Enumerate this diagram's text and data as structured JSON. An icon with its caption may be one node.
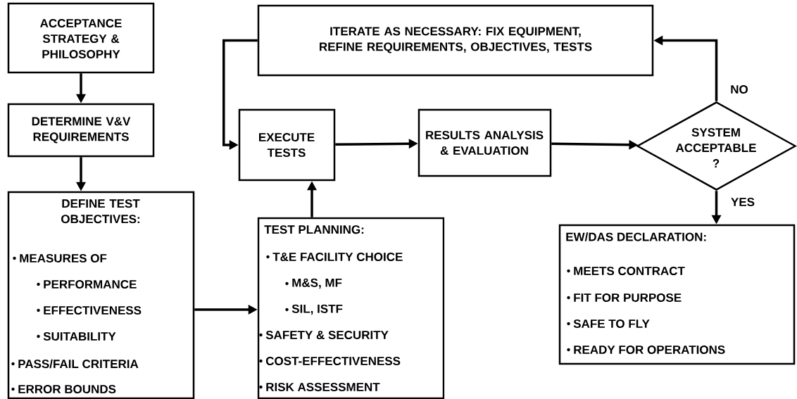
{
  "diagram": {
    "nodes": [
      {
        "text": [
          "ACCEPTANCE STRATEGY & PHILOSOPHY"
        ]
      },
      {
        "text": [
          "DETERMINE V&V REQUIREMENTS"
        ]
      },
      {
        "text": [
          "DEFINE TEST OBJECTIVES:",
          "MEASURES OF",
          "PERFORMANCE",
          "EFFECTIVENESS",
          "SUITABILITY",
          "PASS/FAIL CRITERIA",
          "ERROR BOUNDS"
        ]
      },
      {
        "text": [
          "TEST PLANNING:",
          "T&E FACILITY CHOICE",
          "M&S, MF",
          "SIL, ISTF",
          "SAFETY & SECURITY",
          "COST-EFFECTIVENESS",
          "RISK ASSESSMENT"
        ]
      },
      {
        "text": [
          "EXECUTE TESTS"
        ]
      },
      {
        "text": [
          "RESULTS ANALYSIS & EVALUATION"
        ]
      },
      {
        "text": [
          "SYSTEM ACCEPTABLE ?"
        ]
      },
      {
        "text": [
          "ITERATE AS NECESSARY: FIX EQUIPMENT, REFINE REQUIREMENTS, OBJECTIVES, TESTS"
        ]
      },
      {
        "text": [
          "EW/DAS DECLARATION:",
          "MEETS CONTRACT",
          "FIT FOR PURPOSE",
          "SAFE TO FLY",
          "READY FOR OPERATIONS"
        ]
      }
    ],
    "edges": [
      {
        "from": 0,
        "to": 1,
        "arrow": "to"
      },
      {
        "from": 1,
        "to": 2,
        "arrow": "to"
      },
      {
        "from": 2,
        "to": 3,
        "arrow": "to"
      },
      {
        "from": 3,
        "to": 4,
        "arrow": "to"
      },
      {
        "from": 4,
        "to": 5,
        "arrow": "to"
      },
      {
        "from": 5,
        "to": 6,
        "arrow": "to"
      },
      {
        "from": 6,
        "to": 7,
        "arrow": "to",
        "label": "NO"
      },
      {
        "from": 7,
        "to": 4,
        "arrow": "to"
      },
      {
        "from": 6,
        "to": 8,
        "arrow": "to",
        "label": "YES"
      }
    ]
  }
}
